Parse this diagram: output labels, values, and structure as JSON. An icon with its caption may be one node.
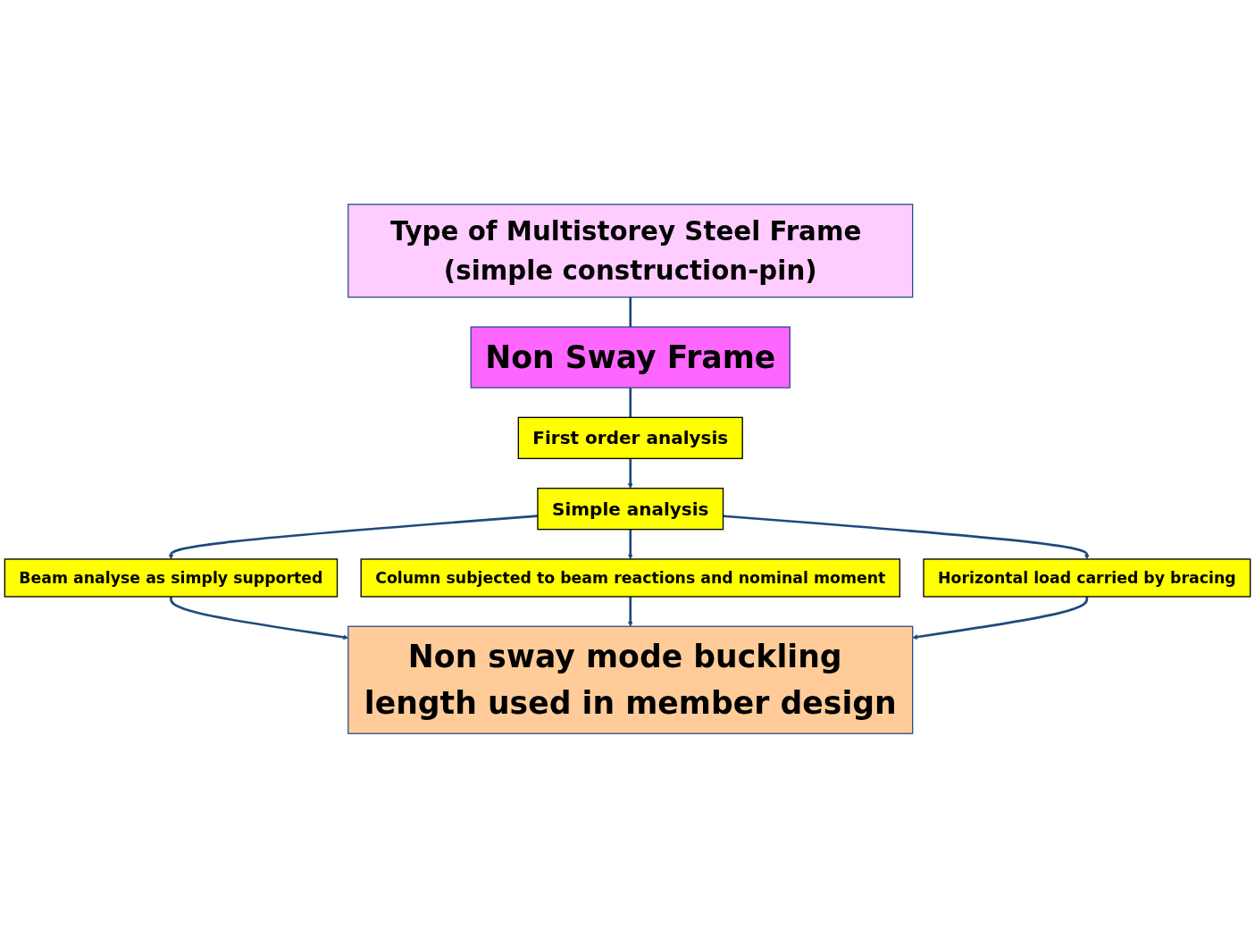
{
  "diagram": {
    "nodes": [
      {
        "text": [
          "Type of Multistorey Steel Frame (simple construction-pin)"
        ]
      },
      {
        "text": [
          "Non Sway Frame"
        ]
      },
      {
        "text": [
          "First order analysis"
        ]
      },
      {
        "text": [
          "Simple analysis"
        ]
      },
      {
        "text": [
          "Beam analyse as simply supported"
        ]
      },
      {
        "text": [
          "Column subjected to beam reactions and nominal moment"
        ]
      },
      {
        "text": [
          "Horizontal load carried by bracing"
        ]
      },
      {
        "text": [
          "Non sway mode buckling length used in member design"
        ]
      }
    ],
    "edges": [
      {
        "from": 0,
        "to": 1,
        "arrow": "none"
      },
      {
        "from": 1,
        "to": 2,
        "arrow": "none"
      },
      {
        "from": 2,
        "to": 3,
        "arrow": "to"
      },
      {
        "from": 3,
        "to": 4,
        "arrow": "to"
      },
      {
        "from": 3,
        "to": 5,
        "arrow": "to"
      },
      {
        "from": 3,
        "to": 6,
        "arrow": "to"
      },
      {
        "from": 4,
        "to": 7,
        "arrow": "to"
      },
      {
        "from": 5,
        "to": 7,
        "arrow": "to"
      },
      {
        "from": 6,
        "to": 7,
        "arrow": "to"
      }
    ]
  }
}
